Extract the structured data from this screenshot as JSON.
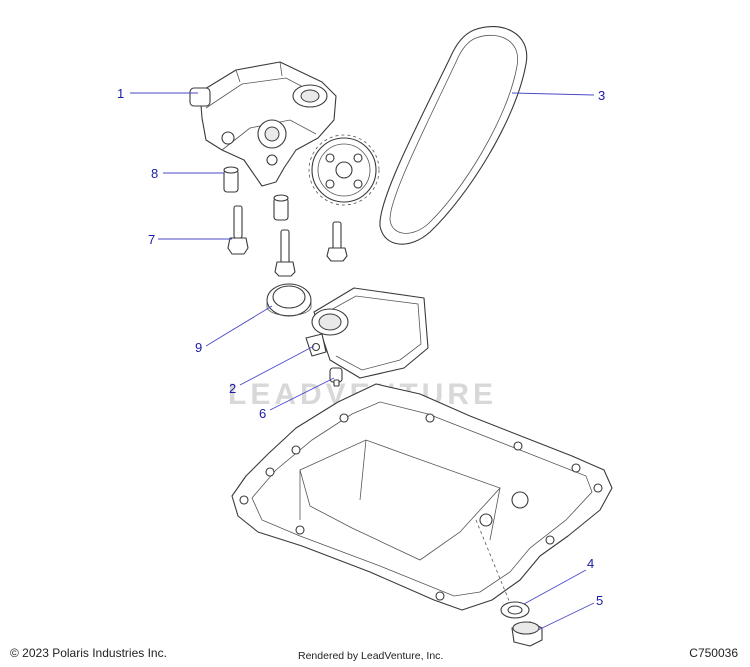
{
  "callouts": [
    {
      "id": "1",
      "label": "1"
    },
    {
      "id": "2",
      "label": "2"
    },
    {
      "id": "3",
      "label": "3"
    },
    {
      "id": "4",
      "label": "4"
    },
    {
      "id": "5",
      "label": "5"
    },
    {
      "id": "6",
      "label": "6"
    },
    {
      "id": "7",
      "label": "7"
    },
    {
      "id": "8",
      "label": "8"
    },
    {
      "id": "9",
      "label": "9"
    }
  ],
  "watermark": "LEADVENTURE",
  "footer": {
    "copyright": "© 2023 Polaris Industries Inc.",
    "rendered_by": "Rendered by LeadVenture, Inc.",
    "figure_id": "C750036"
  },
  "colors": {
    "callout_text": "#1a1aa6",
    "leader_line": "#4a4ac8",
    "watermark": "#d8d8d8"
  }
}
